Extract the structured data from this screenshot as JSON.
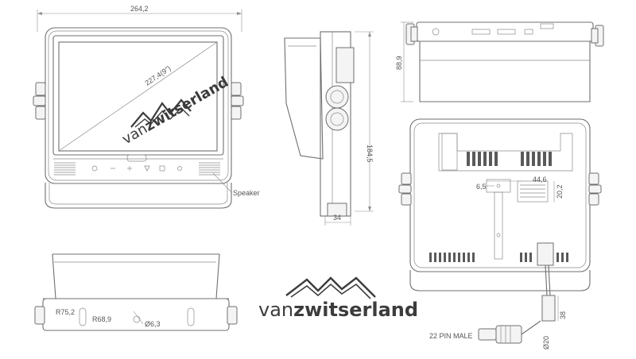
{
  "dimensions": {
    "front_width": "264,2",
    "diagonal": "227,4(9\")",
    "height": "184,5",
    "depth": "34",
    "top_height": "88,9",
    "back_hole_spacing": "44,6",
    "back_left_offset": "6,5",
    "back_right_offset": "20,2",
    "connector_length": "38",
    "connector_diameter": "Ø20",
    "radius_outer": "R75,2",
    "radius_inner": "R68,9",
    "hole_diameter": "Ø6,3"
  },
  "labels": {
    "speaker": "Speaker",
    "connector": "22 PIN MALE"
  },
  "brand": {
    "name_light": "van",
    "name_bold": "zwitserland"
  },
  "colors": {
    "line": "#6f6f6f",
    "logo": "#3c3c3c",
    "background": "#ffffff"
  }
}
